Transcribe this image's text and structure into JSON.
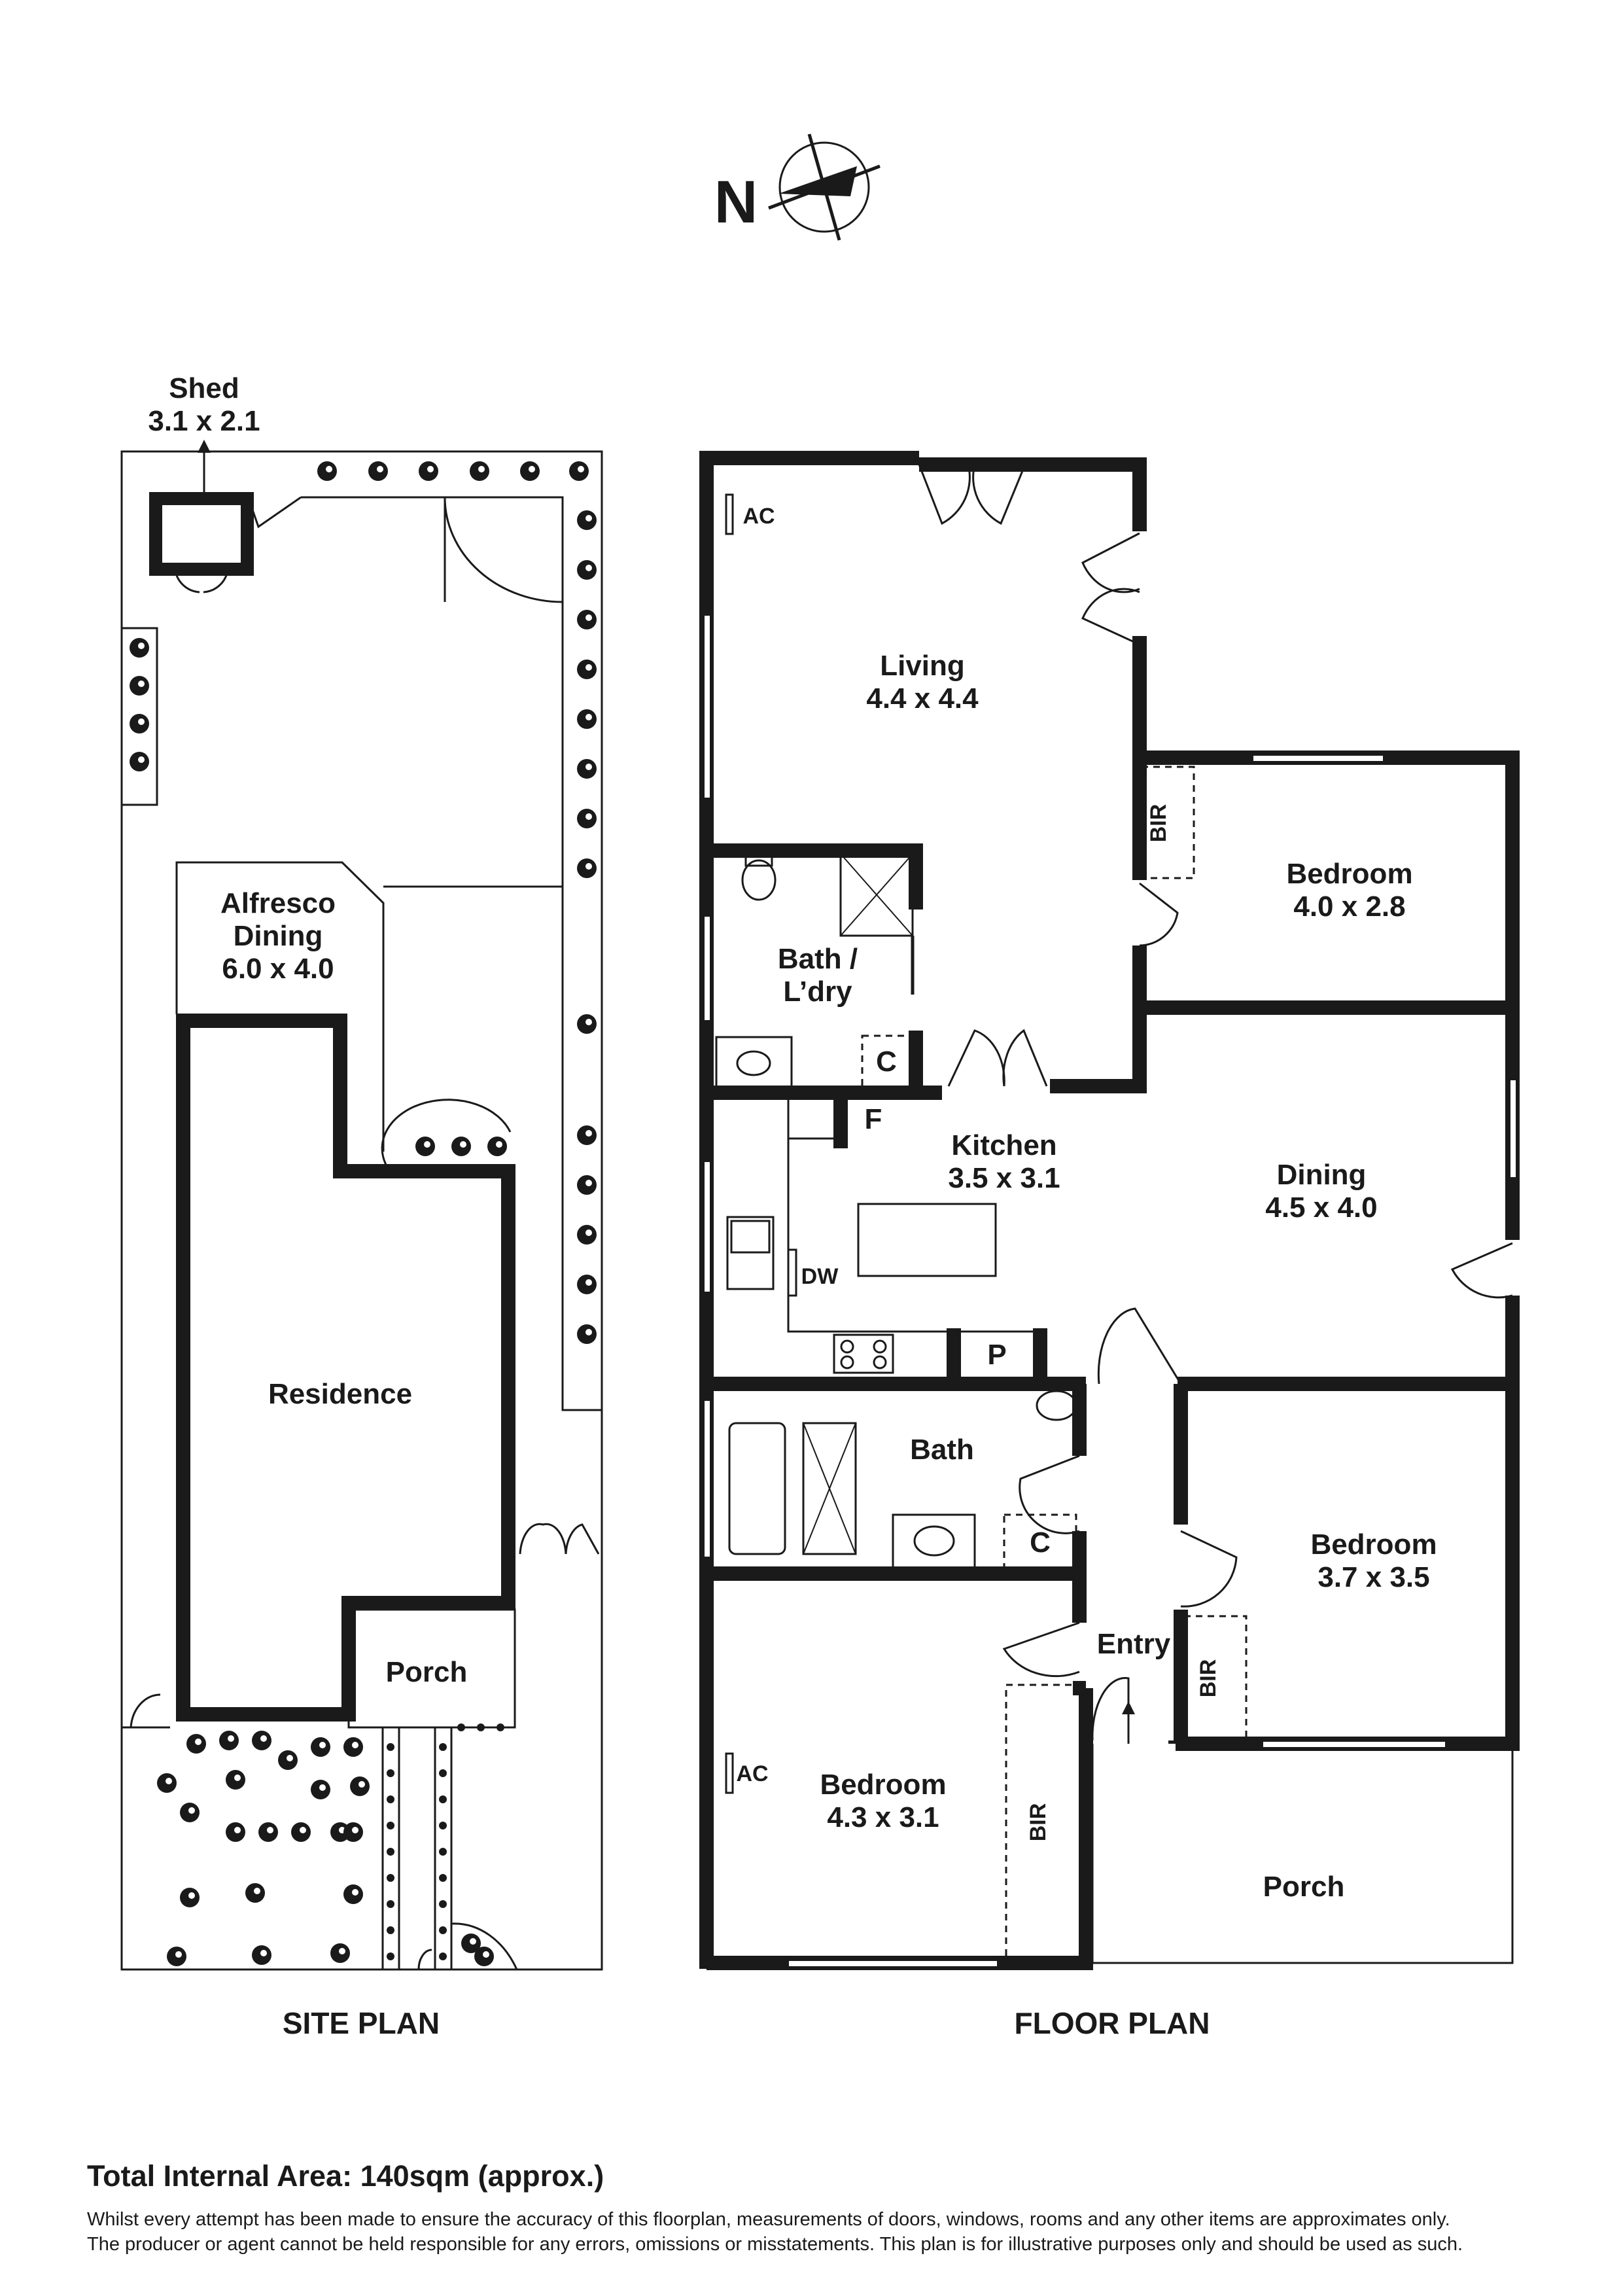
{
  "compass": {
    "label": "N"
  },
  "site_plan": {
    "caption": "SITE PLAN",
    "shed_name": "Shed",
    "shed_size": "3.1 x 2.1",
    "alfresco_line1": "Alfresco",
    "alfresco_line2": "Dining",
    "alfresco_size": "6.0 x 4.0",
    "residence": "Residence",
    "porch": "Porch"
  },
  "floor_plan": {
    "caption": "FLOOR PLAN",
    "rooms": {
      "living": {
        "name": "Living",
        "size": "4.4 x 4.4"
      },
      "bedroom1": {
        "name": "Bedroom",
        "size": "4.0 x 2.8"
      },
      "bath_laundry": {
        "name": "Bath /",
        "name2": "L’dry"
      },
      "kitchen": {
        "name": "Kitchen",
        "size": "3.5 x 3.1"
      },
      "dining": {
        "name": "Dining",
        "size": "4.5 x 4.0"
      },
      "bath": {
        "name": "Bath"
      },
      "bedroom2": {
        "name": "Bedroom",
        "size": "3.7 x 3.5"
      },
      "entry": {
        "name": "Entry"
      },
      "bedroom3": {
        "name": "Bedroom",
        "size": "4.3 x 3.1"
      },
      "porch": {
        "name": "Porch"
      }
    },
    "fixtures": {
      "ac": "AC",
      "bir": "BIR",
      "c": "C",
      "f": "F",
      "dw": "DW",
      "p": "P"
    }
  },
  "footer": {
    "total_area": "Total Internal Area: 140sqm (approx.)",
    "disclaimer_line1": "Whilst every attempt has been made to ensure the accuracy of this floorplan, measurements of doors, windows, rooms and any other items are approximates only.",
    "disclaimer_line2": "The producer or agent cannot be held responsible for any errors, omissions or misstatements. This plan is for illustrative purposes only and should be used as such."
  }
}
